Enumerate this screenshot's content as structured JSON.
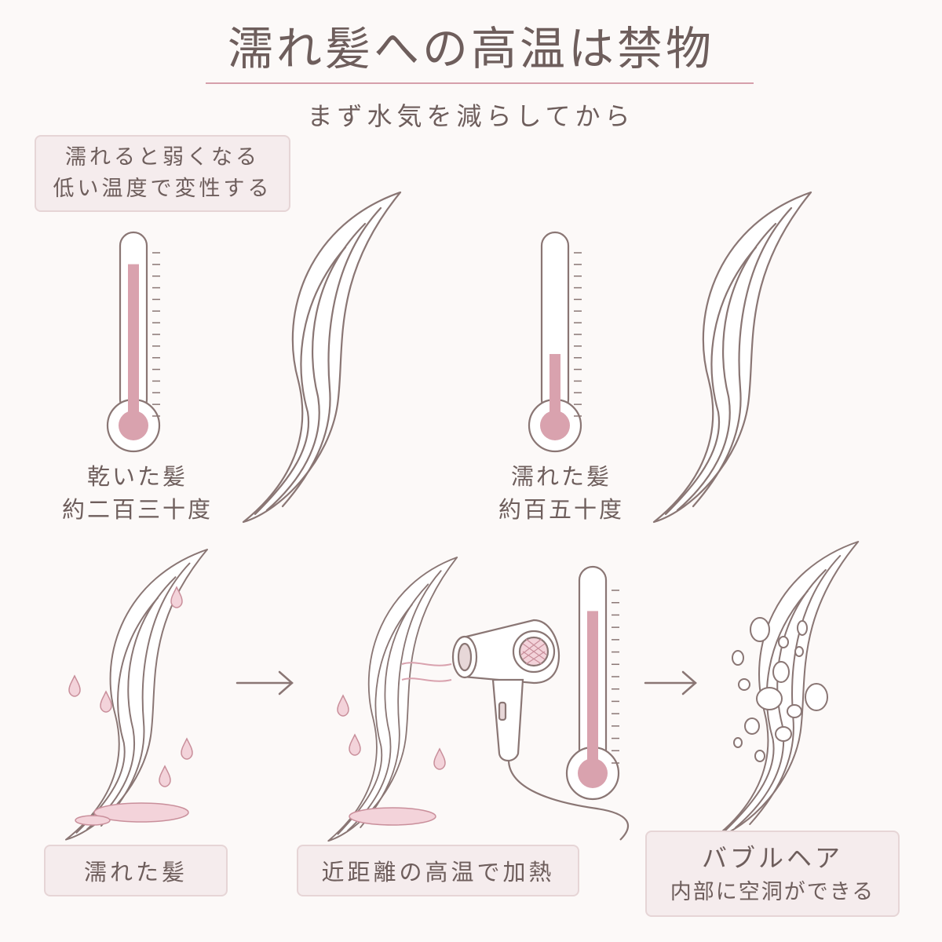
{
  "title": "濡れ髪への高温は禁物",
  "subtitle": "まず水気を減らしてから",
  "note": {
    "line1": "濡れると弱くなる",
    "line2": "低い温度で変性する"
  },
  "dry_hair": {
    "name": "乾いた髪",
    "temp": "約二百三十度",
    "fill_fraction": 0.93
  },
  "wet_hair": {
    "name": "濡れた髪",
    "temp": "約百五十度",
    "fill_fraction": 0.38
  },
  "dryer_thermometer": {
    "fill_fraction": 0.88
  },
  "steps": [
    {
      "caption": "濡れた髪"
    },
    {
      "caption": "近距離の高温で加熱"
    },
    {
      "caption": "バブルヘア",
      "detail": "内部に空洞ができる"
    }
  ],
  "colors": {
    "accent_pink": "#d6a0ab",
    "mercury": "#d9a2ae",
    "text": "#6e5e5c",
    "line": "#8a7674",
    "box_bg": "#f5eced"
  }
}
